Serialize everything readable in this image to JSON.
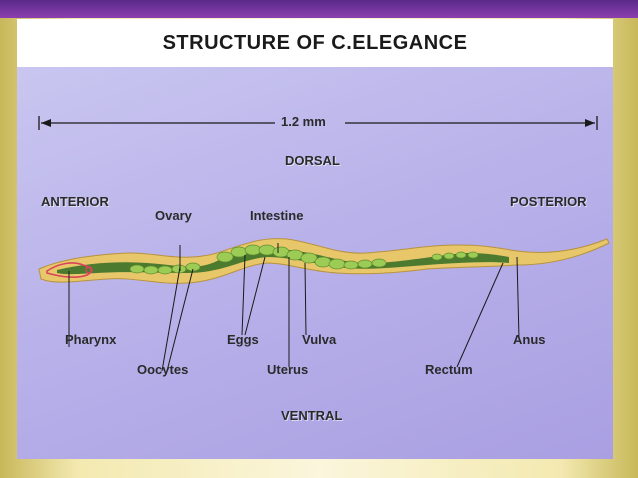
{
  "title": "STRUCTURE OF C.ELEGANCE",
  "scale": "1.2 mm",
  "orientation": {
    "dorsal": "DORSAL",
    "ventral": "VENTRAL",
    "anterior": "ANTERIOR",
    "posterior": "POSTERIOR"
  },
  "labels": {
    "ovary": "Ovary",
    "intestine": "Intestine",
    "pharynx": "Pharynx",
    "eggs": "Eggs",
    "vulva": "Vulva",
    "anus": "Anus",
    "oocytes": "Oocytes",
    "uterus": "Uterus",
    "rectum": "Rectum"
  },
  "colors": {
    "frame_top": "#6a2f98",
    "panel_background": "#b9b2ea",
    "body_yellow": "#e8c76a",
    "gut_green": "#4c7a2e",
    "egg_green": "#9ccc55"
  }
}
